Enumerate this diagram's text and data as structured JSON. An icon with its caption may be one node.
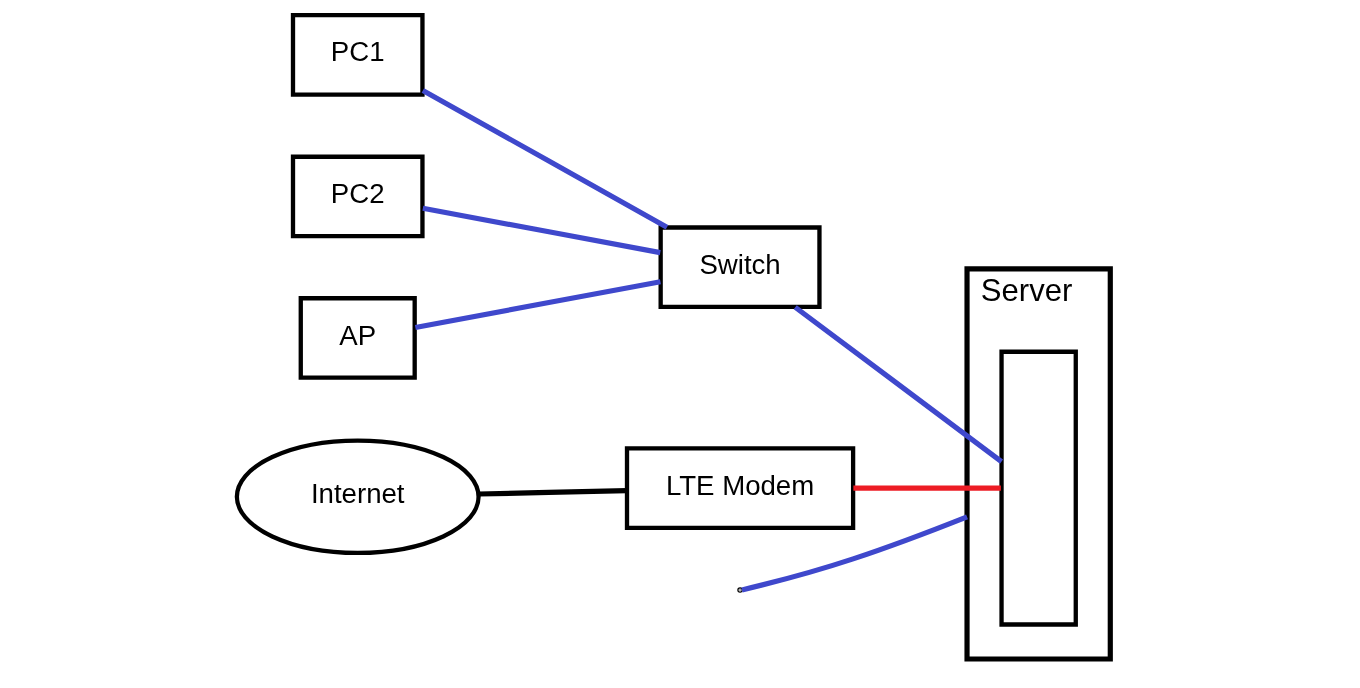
{
  "diagram": {
    "nodes": [
      {
        "text": [
          "PC1"
        ]
      },
      {
        "text": [
          "PC2"
        ]
      },
      {
        "text": [
          "AP"
        ]
      },
      {
        "text": [
          "Internet"
        ]
      },
      {
        "text": [
          "LTE Modem"
        ]
      },
      {
        "text": [
          "Switch"
        ]
      },
      {
        "text": [
          "Server"
        ]
      },
      {
        "text": [],
        "shape": "box",
        "in": 6
      }
    ],
    "edges": [
      {
        "from": 0,
        "to": 5,
        "arrow": "none"
      },
      {
        "from": 1,
        "to": 5,
        "arrow": "none"
      },
      {
        "from": 2,
        "to": 5,
        "arrow": "none"
      },
      {
        "from": 3,
        "to": 4,
        "arrow": "none",
        "color": "#000000"
      },
      {
        "from": 4,
        "to": 7,
        "arrow": "none",
        "color": "#ed1c24"
      },
      {
        "from": 5,
        "to": 7,
        "arrow": "none"
      },
      {
        "from": null,
        "to": 6,
        "arrow": "none"
      }
    ]
  }
}
